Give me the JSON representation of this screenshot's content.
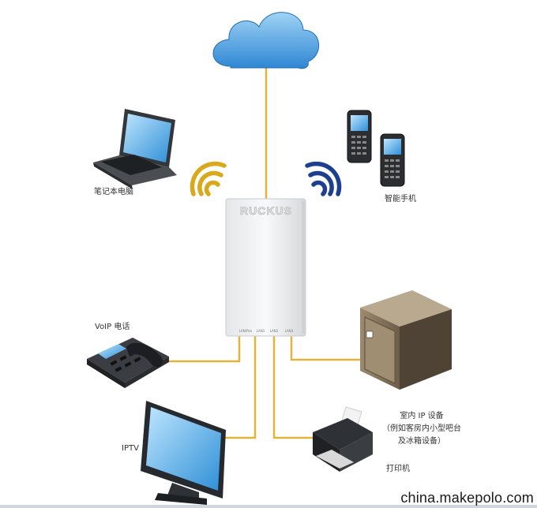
{
  "labels": {
    "laptop": "笔记本电脑",
    "phones": "智能手机",
    "voip": "VoIP 电话",
    "iptv": "IPTV",
    "indoor_line1": "室内 IP 设备",
    "indoor_line2": "（例如客房内小型吧台",
    "indoor_line3": "及冰箱设备）",
    "printer": "打印机"
  },
  "ap": {
    "brand": "RUCKUS",
    "ports": [
      "LAN/Poe",
      "LAN1",
      "LAN2",
      "LAN3"
    ]
  },
  "watermark": "china.makepolo.com",
  "colors": {
    "cable": "#e2b43c",
    "wifi_left": "#d9a91c",
    "wifi_right": "#1d3f8f",
    "cloud": "#3a9ae0"
  }
}
